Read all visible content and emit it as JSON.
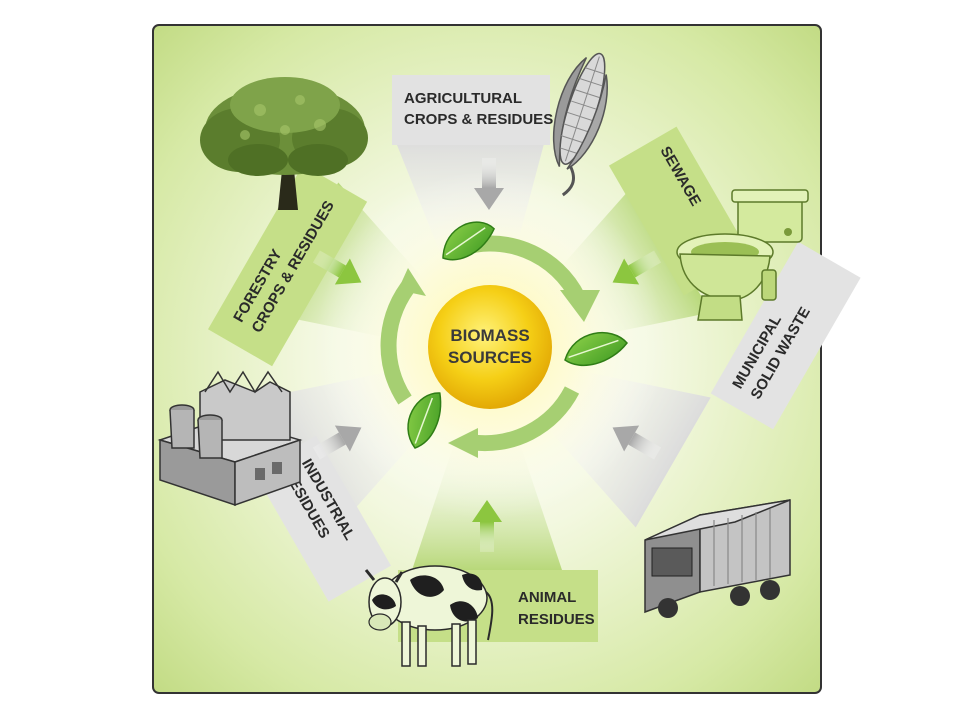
{
  "center": {
    "line1": "BIOMASS",
    "line2": "SOURCES"
  },
  "sources": {
    "agricultural": {
      "line1": "AGRICULTURAL",
      "line2": "CROPS & RESIDUES"
    },
    "sewage": {
      "line1": "SEWAGE"
    },
    "municipal": {
      "line1": "MUNICIPAL",
      "line2": "SOLID WASTE"
    },
    "animal": {
      "line1": "ANIMAL",
      "line2": "RESIDUES"
    },
    "industrial": {
      "line1": "INDUSTRIAL",
      "line2": "RESIDUES"
    },
    "forestry": {
      "line1": "FORESTRY",
      "line2": "CROPS & RESIDUES"
    }
  },
  "colors": {
    "frame_border": "#333333",
    "background_green": "#c9df8f",
    "sun_core": "#f2c10a",
    "leaf_green": "#5fb32e",
    "cycle_arrow": "#a6cf72",
    "label_grey": "#e3e3e3",
    "label_green": "#c8e08b"
  },
  "icons": [
    "corn-icon",
    "toilet-icon",
    "garbage-truck-icon",
    "cow-icon",
    "factory-icon",
    "tree-icon"
  ]
}
